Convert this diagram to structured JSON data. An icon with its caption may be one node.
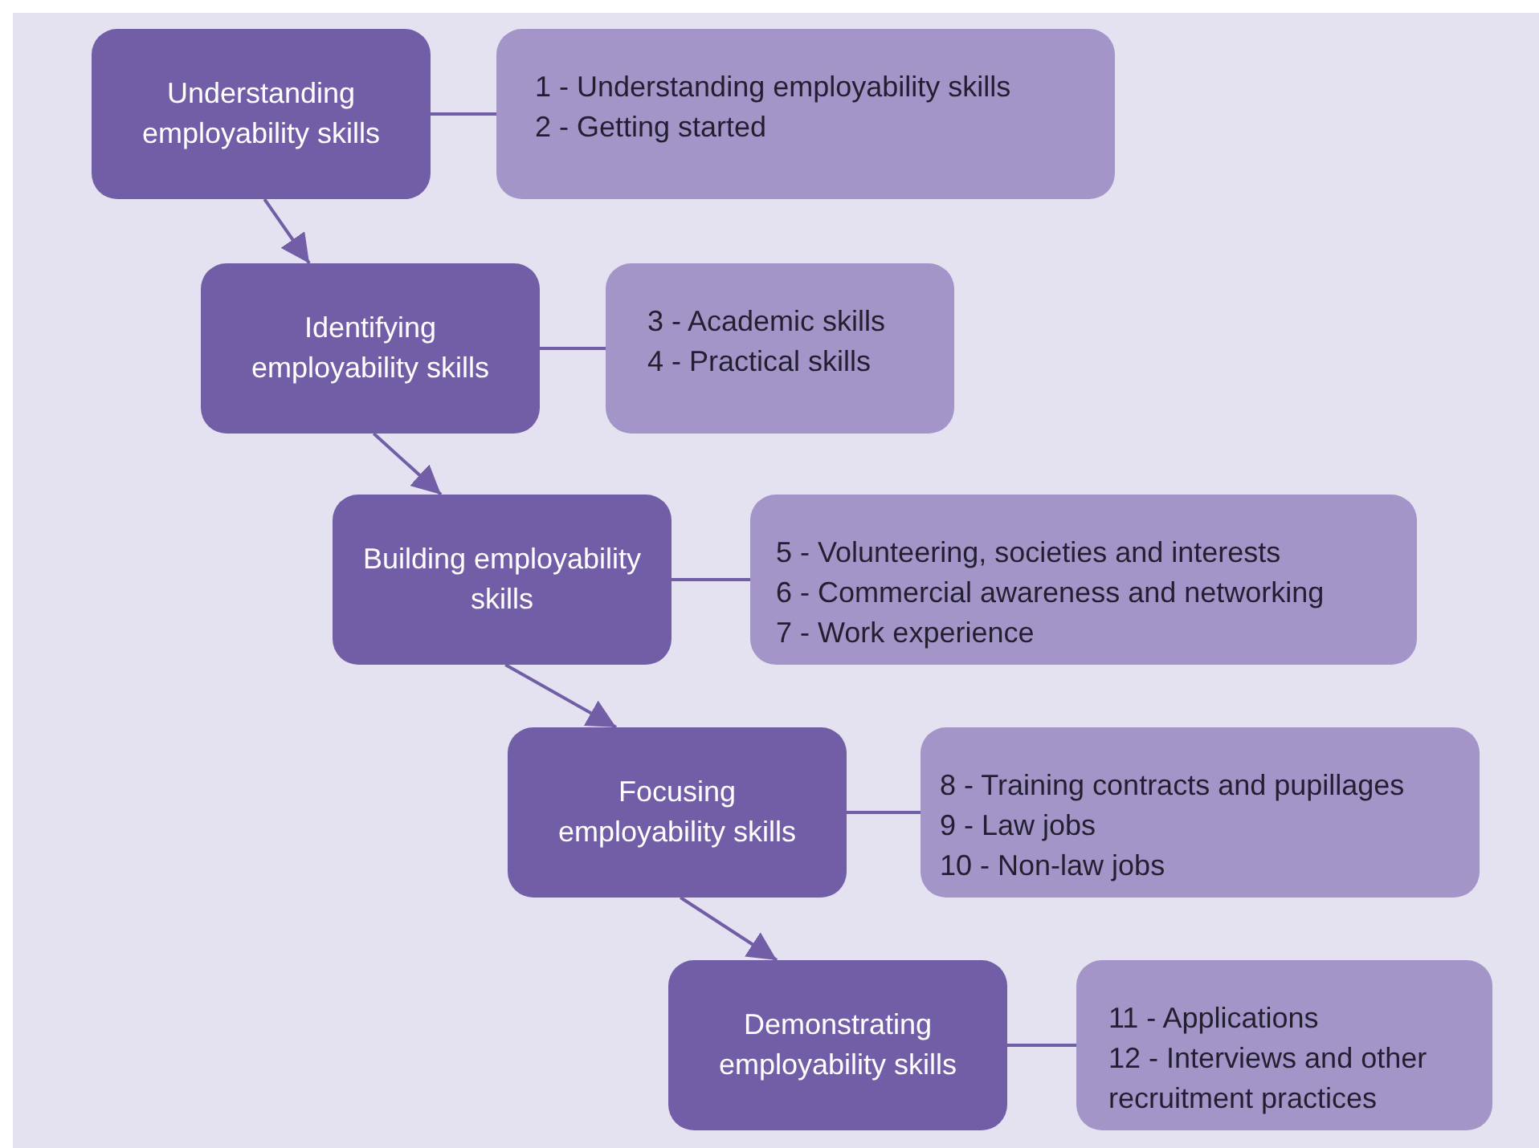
{
  "diagram": {
    "nodes": [
      {
        "text": [
          "Understanding employability skills"
        ]
      },
      {
        "text": [
          "1 - Understanding employability skills",
          "2 - Getting started"
        ]
      },
      {
        "text": [
          "Identifying employability skills"
        ]
      },
      {
        "text": [
          "3 - Academic skills",
          "4 - Practical skills"
        ]
      },
      {
        "text": [
          "Building employability skills"
        ]
      },
      {
        "text": [
          "5 - Volunteering, societies and interests",
          "6 - Commercial awareness and networking",
          "7 - Work experience"
        ]
      },
      {
        "text": [
          "Focusing employability skills"
        ]
      },
      {
        "text": [
          "8 - Training contracts and pupillages",
          "9 - Law jobs",
          "10 - Non-law jobs"
        ]
      },
      {
        "text": [
          "Demonstrating employability skills"
        ]
      },
      {
        "text": [
          "11 - Applications",
          "12 - Interviews and other recruitment practices"
        ]
      }
    ],
    "edges": [
      {
        "from": 0,
        "to": 1,
        "arrow": "none"
      },
      {
        "from": 0,
        "to": 2,
        "arrow": "to"
      },
      {
        "from": 2,
        "to": 3,
        "arrow": "none"
      },
      {
        "from": 2,
        "to": 4,
        "arrow": "to"
      },
      {
        "from": 4,
        "to": 5,
        "arrow": "none"
      },
      {
        "from": 4,
        "to": 6,
        "arrow": "to"
      },
      {
        "from": 6,
        "to": 7,
        "arrow": "none"
      },
      {
        "from": 6,
        "to": 8,
        "arrow": "to"
      },
      {
        "from": 8,
        "to": 9,
        "arrow": "none"
      }
    ]
  }
}
